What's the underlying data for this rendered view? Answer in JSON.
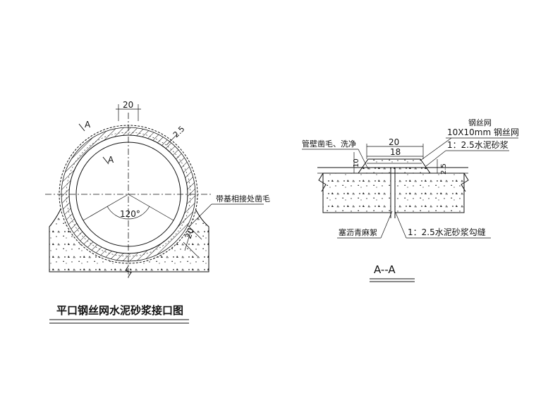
{
  "left": {
    "title": "平口钢丝网水泥砂浆接口图",
    "dim_top": "20",
    "dim_2_5": "2.5",
    "section_mark_a1": "A",
    "section_mark_a2": "A",
    "angle": "120°",
    "label_roughen": "带基相接处凿毛",
    "dim_side": "20"
  },
  "right": {
    "title": "A--A",
    "label_mesh": "钢丝网",
    "label_mesh_size": "10X10mm 钢丝网",
    "label_pipe_wall": "管壁凿毛、洗净",
    "label_mortar": "1：2.5水泥砂浆",
    "label_asphalt": "塞沥青麻絮",
    "label_joint": "1：2.5水泥砂浆勾缝",
    "dim_20": "20",
    "dim_18": "18",
    "dim_10": "10",
    "dim_2_5": "2.5"
  }
}
